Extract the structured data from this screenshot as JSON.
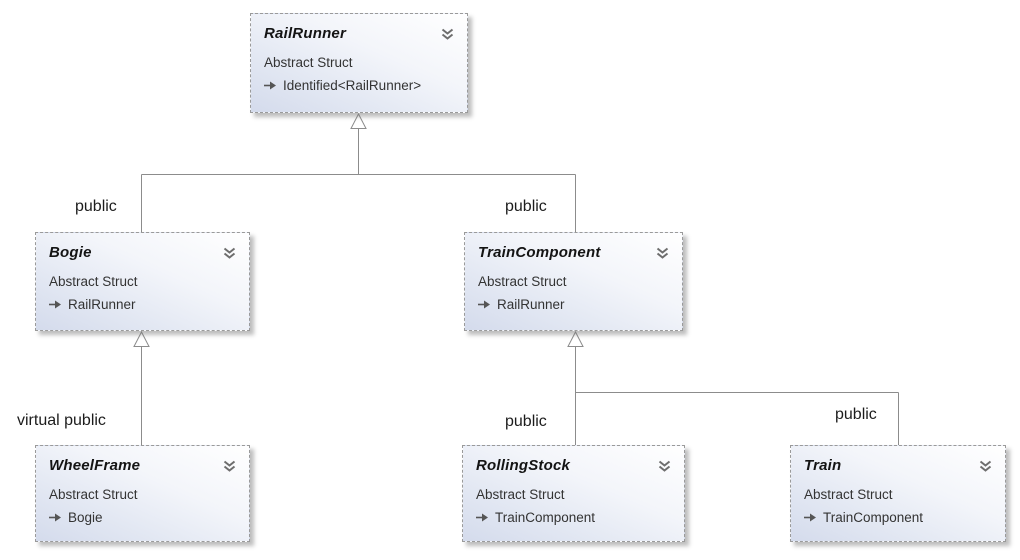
{
  "diagram": {
    "type": "class-inheritance-diagram",
    "nodes": {
      "railrunner": {
        "title": "RailRunner",
        "kind": "Abstract Struct",
        "base": "Identified<RailRunner>"
      },
      "bogie": {
        "title": "Bogie",
        "kind": "Abstract Struct",
        "base": "RailRunner"
      },
      "traincomponent": {
        "title": "TrainComponent",
        "kind": "Abstract Struct",
        "base": "RailRunner"
      },
      "wheelframe": {
        "title": "WheelFrame",
        "kind": "Abstract Struct",
        "base": "Bogie"
      },
      "rollingstock": {
        "title": "RollingStock",
        "kind": "Abstract Struct",
        "base": "TrainComponent"
      },
      "train": {
        "title": "Train",
        "kind": "Abstract Struct",
        "base": "TrainComponent"
      }
    },
    "edges": {
      "railrunner_to_bogie_label": "public",
      "railrunner_to_traincomponent_label": "public",
      "bogie_to_wheelframe_label": "virtual public",
      "traincomponent_to_rollingstock_label": "public",
      "traincomponent_to_train_label": "public"
    },
    "icons": {
      "collapse": "double-chevron-down-icon",
      "base_type": "right-arrow-icon"
    },
    "colors": {
      "box_gradient_light": "#ffffff",
      "box_gradient_dark": "#d4dbec",
      "box_border": "#9a9a9a",
      "connector_line": "#8c8c8c",
      "title_text": "#141414",
      "body_text": "#333333",
      "label_text": "#1c1c1c"
    }
  }
}
